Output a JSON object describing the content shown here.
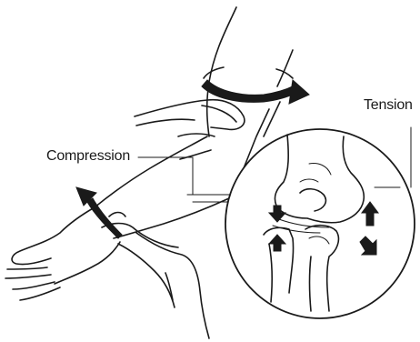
{
  "labels": {
    "compression": "Compression",
    "tension": "Tension"
  },
  "colors": {
    "ink": "#1a1a1a",
    "background": "#ffffff"
  },
  "icons": {
    "rotation_arrow": "curved-rotation-arrow",
    "motion_arrow": "curved-motion-arrow",
    "compression_arrows": "opposing-compression-arrows",
    "tension_arrows": "diverging-tension-arrows"
  }
}
